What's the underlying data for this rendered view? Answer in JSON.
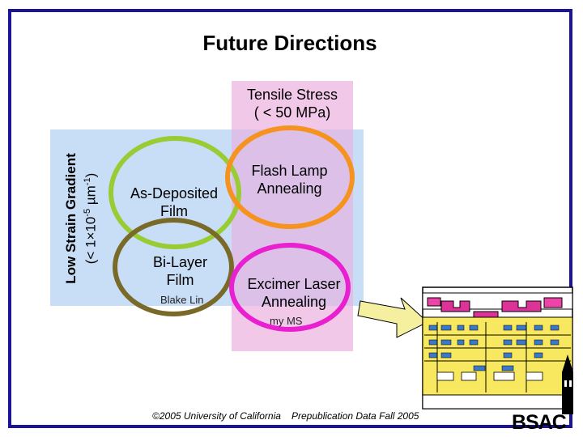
{
  "slide": {
    "title": "Future Directions",
    "tensile_stress_line1": "Tensile Stress",
    "tensile_stress_line2": "( < 50 MPa)",
    "gradient_line1": "Low Strain Gradient",
    "gradient_line2": "(< 1×10-5 µm-1)",
    "nodes": {
      "as_deposited": [
        "As-Deposited",
        "Film"
      ],
      "flash_lamp": [
        "Flash Lamp",
        "Annealing"
      ],
      "bi_layer": [
        "Bi-Layer",
        "Film"
      ],
      "excimer": [
        "Excimer Laser",
        "Annealing"
      ]
    },
    "blake_lin": "Blake Lin",
    "my_ms": "my MS",
    "copyright": "©2005 University of California",
    "prepub": "Prepublication Data Fall 2005",
    "logo_text": "BSAC"
  },
  "colors": {
    "frame": "#1b1496",
    "tensile_band": "#f2c8e8",
    "gradient_band": "#c8ddf6",
    "as_deposited_ring": "#99cc33",
    "flash_lamp_ring": "#f5931e",
    "bi_layer_ring": "#7a6a2a",
    "excimer_ring": "#e820d0",
    "arrow_fill": "#f4f0a0"
  }
}
